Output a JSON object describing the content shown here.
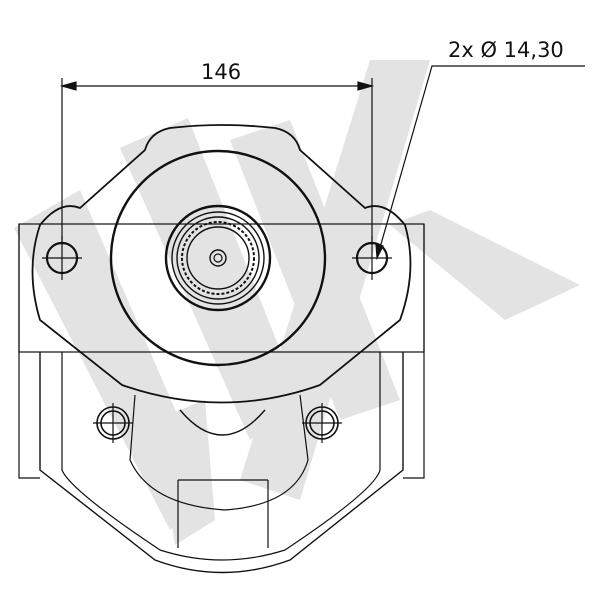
{
  "drawing": {
    "type": "technical-drawing",
    "subject": "gear pump front flange view",
    "dimensions": {
      "hole_spacing_label": "146",
      "hole_callout_label": "2x Ø 14,30"
    },
    "watermark_color": "#e3e3e3",
    "line_color": "#111111"
  }
}
